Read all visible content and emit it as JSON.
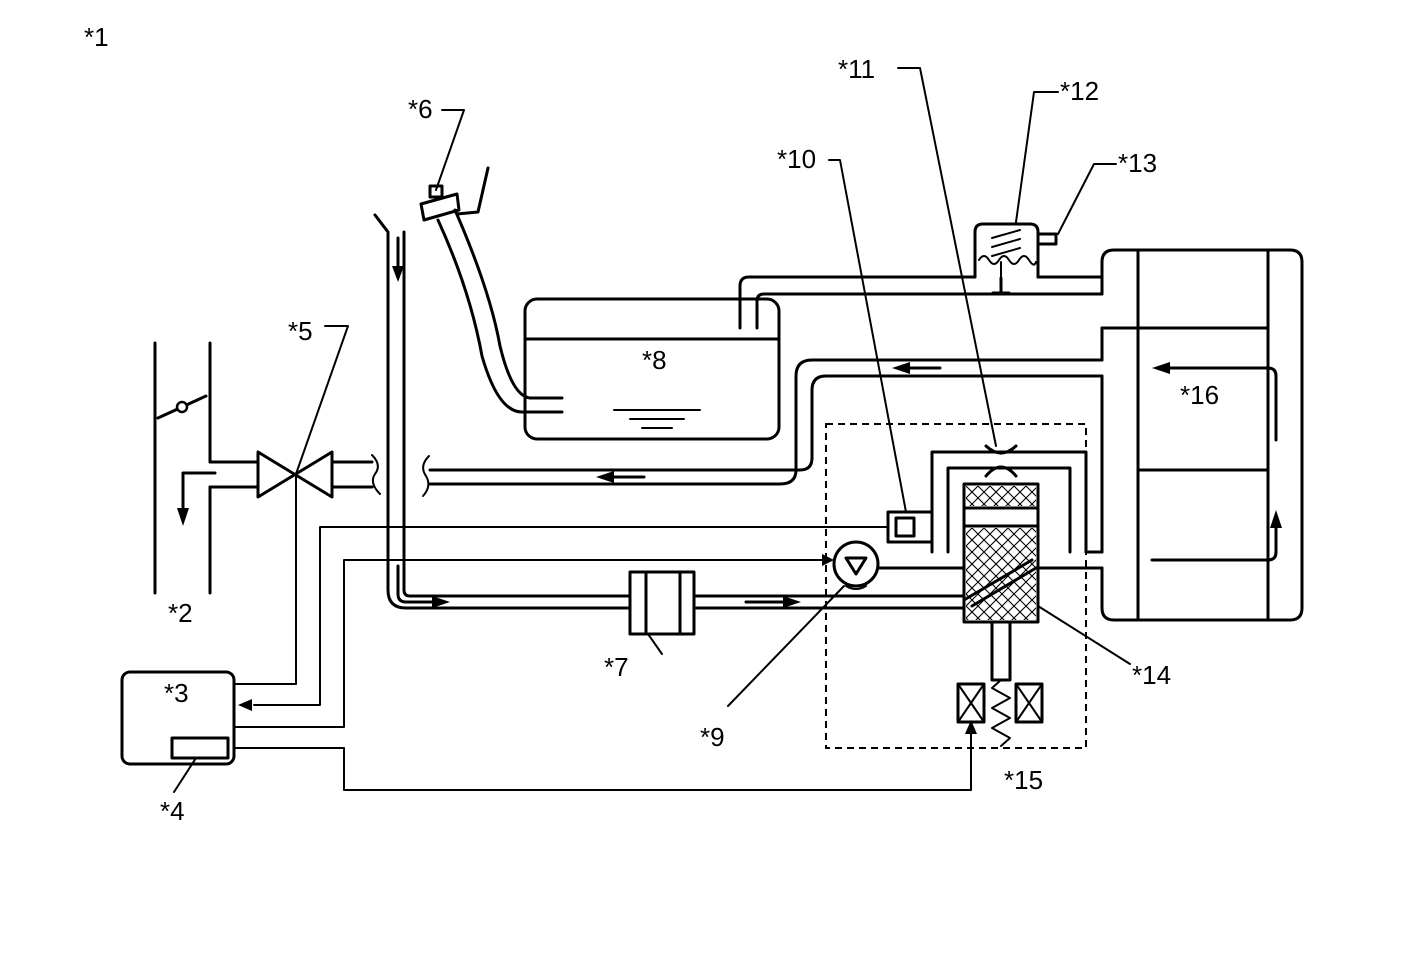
{
  "labels": {
    "l1": "*1",
    "l2": "*2",
    "l3": "*3",
    "l4": "*4",
    "l5": "*5",
    "l6": "*6",
    "l7": "*7",
    "l8": "*8",
    "l9": "*9",
    "l10": "*10",
    "l11": "*11",
    "l12": "*12",
    "l13": "*13",
    "l14": "*14",
    "l15": "*15",
    "l16": "*16"
  },
  "icons": [
    "arrow-icon",
    "valve-icon",
    "pump-icon",
    "filter-icon",
    "solenoid-icon"
  ]
}
